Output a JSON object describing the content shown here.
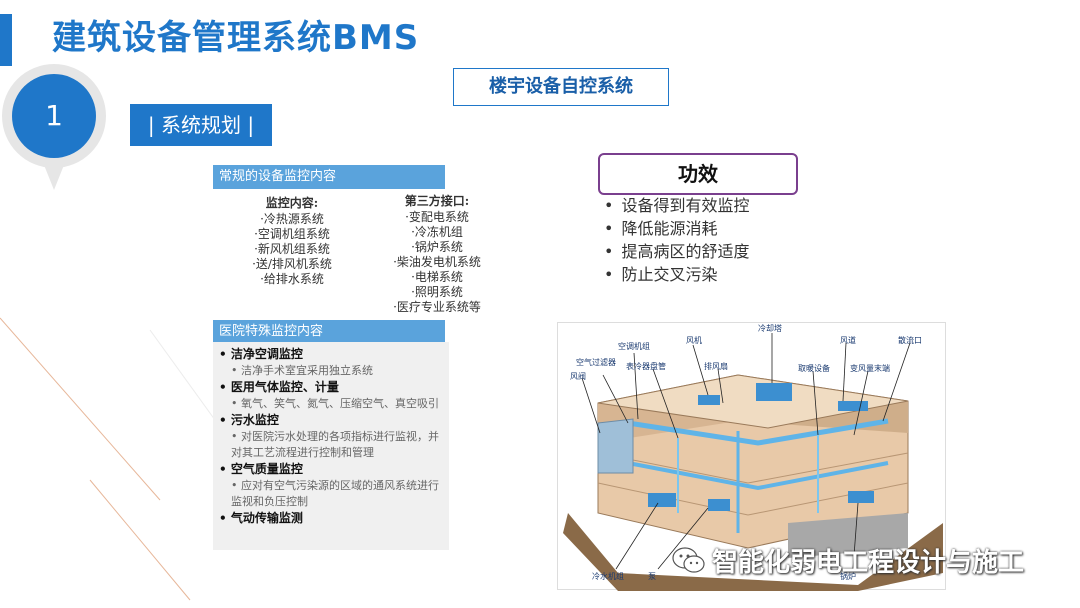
{
  "header": {
    "title": "建筑设备管理系统BMS"
  },
  "section": {
    "number": "1",
    "label": "| 系统规划 |"
  },
  "subtitle": "楼宇设备自控系统",
  "general_panel": {
    "heading": "常规的设备监控内容",
    "left": {
      "title": "监控内容:",
      "items": [
        "·冷热源系统",
        "·空调机组系统",
        "·新风机组系统",
        "·送/排风机系统",
        "·给排水系统"
      ]
    },
    "right": {
      "title": "第三方接口:",
      "items": [
        "·变配电系统",
        "·冷冻机组",
        "·锅炉系统",
        "·柴油发电机系统",
        "·电梯系统",
        "·照明系统",
        "·医疗专业系统等"
      ]
    }
  },
  "hospital_panel": {
    "heading": "医院特殊监控内容",
    "items": [
      {
        "title": "• 洁净空调监控",
        "sub": "• 洁净手术室宜采用独立系统"
      },
      {
        "title": "• 医用气体监控、计量",
        "sub": "• 氧气、笑气、氮气、压缩空气、真空吸引"
      },
      {
        "title": "• 污水监控",
        "sub": "• 对医院污水处理的各项指标进行监视，并对其工艺流程进行控制和管理"
      },
      {
        "title": "• 空气质量监控",
        "sub": "• 应对有空气污染源的区域的通风系统进行监视和负压控制"
      },
      {
        "title": "• 气动传输监测",
        "sub": ""
      }
    ]
  },
  "effect": {
    "title": "功效",
    "items": [
      "设备得到有效监控",
      "降低能源消耗",
      "提高病区的舒适度",
      "防止交叉污染"
    ]
  },
  "diagram": {
    "labels": [
      "空调机组",
      "风机",
      "冷却塔",
      "风道",
      "散流口",
      "空气过滤器",
      "表冷器盘管",
      "排风扇",
      "取暖设备",
      "变风量末端",
      "风阀",
      "冷水机组",
      "泵",
      "锅炉"
    ]
  },
  "watermark": {
    "text": "智能化弱电工程设计与施工",
    "icon": "wechat-icon"
  },
  "colors": {
    "accent": "#1f77c9",
    "panel": "#5aa3dc",
    "effect_border": "#7a3f8e"
  }
}
